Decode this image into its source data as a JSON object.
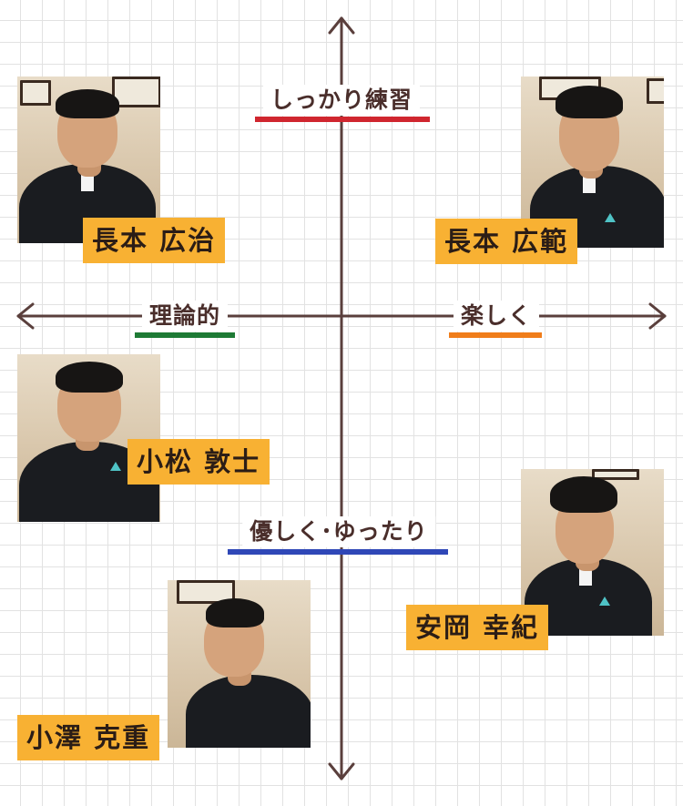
{
  "axes": {
    "top": {
      "label": "しっかり練習",
      "color": "#d0262f"
    },
    "bottom": {
      "label": "優しく･ゆったり",
      "color": "#2f47b7"
    },
    "left": {
      "label": "理論的",
      "color": "#1e7a35"
    },
    "right": {
      "label": "楽しく",
      "color": "#f07d1a"
    },
    "line_color": "#5a3f3c"
  },
  "people": [
    {
      "id": "nagamoto-hiroharu",
      "name": "長本 広治"
    },
    {
      "id": "nagamoto-hironori",
      "name": "長本 広範"
    },
    {
      "id": "komatsu-atsushi",
      "name": "小松 敦士"
    },
    {
      "id": "yasuoka-yukinori",
      "name": "安岡 幸紀"
    },
    {
      "id": "ozawa-katsushige",
      "name": "小澤 克重"
    }
  ],
  "colors": {
    "tag_background": "#f8b133",
    "grid_line": "#e2e2e2"
  }
}
